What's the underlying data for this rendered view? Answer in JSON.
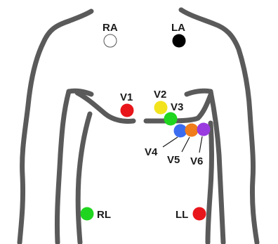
{
  "electrodes": [
    {
      "id": "RA",
      "label": "RA",
      "color": "#ffffff"
    },
    {
      "id": "LA",
      "label": "LA",
      "color": "#000000"
    },
    {
      "id": "V1",
      "label": "V1",
      "color": "#e8161b"
    },
    {
      "id": "V2",
      "label": "V2",
      "color": "#f2e31d"
    },
    {
      "id": "V3",
      "label": "V3",
      "color": "#1fd51f"
    },
    {
      "id": "V4",
      "label": "V4",
      "color": "#3b6cf0"
    },
    {
      "id": "V5",
      "label": "V5",
      "color": "#f07c1b"
    },
    {
      "id": "V6",
      "label": "V6",
      "color": "#9a3be0"
    },
    {
      "id": "RL",
      "label": "RL",
      "color": "#1fd51f"
    },
    {
      "id": "LL",
      "label": "LL",
      "color": "#e8161b"
    }
  ],
  "colors": {
    "body_outline": "#5a5a5a",
    "label_text": "#1a1a1a"
  }
}
